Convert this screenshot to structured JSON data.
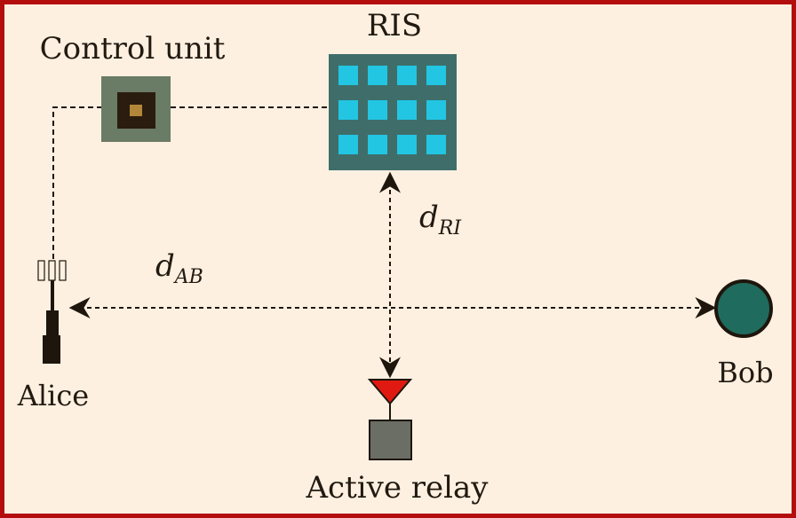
{
  "labels": {
    "ris": "RIS",
    "control_unit": "Control unit",
    "alice": "Alice",
    "bob": "Bob",
    "active_relay": "Active relay"
  },
  "distances": {
    "d_ab": {
      "base": "d",
      "sub": "AB"
    },
    "d_ri": {
      "base": "d",
      "sub": "RI"
    }
  },
  "colors": {
    "background": "#fdf0e1",
    "frame": "#b30d0d",
    "ris_panel": "#3f6e6a",
    "ris_element": "#22c6e3",
    "control_unit_outer": "#6a7b66",
    "control_unit_inner": "#2a1c0e",
    "control_unit_core": "#b3873a",
    "bob": "#1f6b5e",
    "relay_antenna": "#e01a10",
    "relay_box": "#6b6e65",
    "ink": "#1e160c"
  },
  "ris": {
    "rows": 3,
    "cols": 4
  }
}
